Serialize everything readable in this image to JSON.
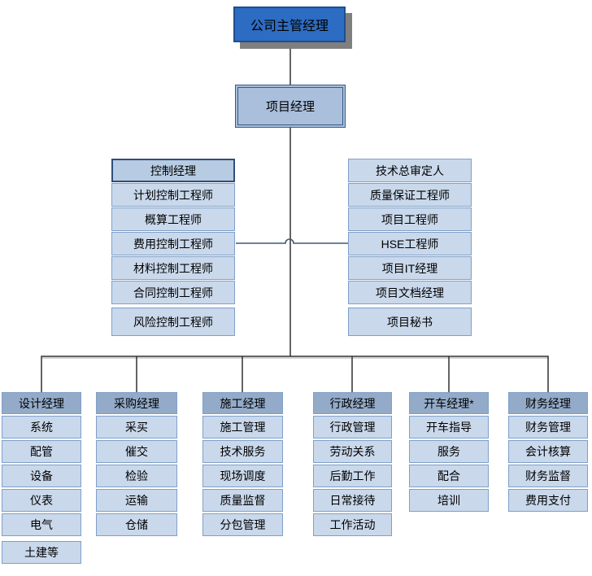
{
  "palette": {
    "root-fill": "#2d6cc3",
    "root-border": "#1f4e8f",
    "root-shadow": "#7f7f7f",
    "l2-fill": "#a9bfdc",
    "l2-border": "#3a5a85",
    "ctrl-fill": "#b7cbe2",
    "ctrl-border": "#2e4e7c",
    "dept-fill": "#93aac8",
    "item-fill": "#c9d8eb",
    "item-border": "#7ea0c8",
    "line-dark": "#303030",
    "line-blue": "#3f5878"
  },
  "nodes": {
    "root": "公司主管经理",
    "project_manager": "项目经理"
  },
  "control_group": {
    "header": "控制经理",
    "items": [
      "计划控制工程师",
      "概算工程师",
      "费用控制工程师",
      "材料控制工程师",
      "合同控制工程师",
      "风险控制工程师"
    ]
  },
  "staff_group": {
    "items": [
      "技术总审定人",
      "质量保证工程师",
      "项目工程师",
      "HSE工程师",
      "项目IT经理",
      "项目文档经理",
      "项目秘书"
    ]
  },
  "departments": [
    {
      "header": "设计经理",
      "items": [
        "系统",
        "配管",
        "设备",
        "仪表",
        "电气",
        "土建等"
      ]
    },
    {
      "header": "采购经理",
      "items": [
        "采买",
        "催交",
        "检验",
        "运输",
        "仓储"
      ]
    },
    {
      "header": "施工经理",
      "items": [
        "施工管理",
        "技术服务",
        "现场调度",
        "质量监督",
        "分包管理"
      ]
    },
    {
      "header": "行政经理",
      "items": [
        "行政管理",
        "劳动关系",
        "后勤工作",
        "日常接待",
        "工作活动"
      ]
    },
    {
      "header": "开车经理*",
      "items": [
        "开车指导",
        "服务",
        "配合",
        "培训"
      ]
    },
    {
      "header": "财务经理",
      "items": [
        "财务管理",
        "会计核算",
        "财务监督",
        "费用支付"
      ]
    }
  ]
}
